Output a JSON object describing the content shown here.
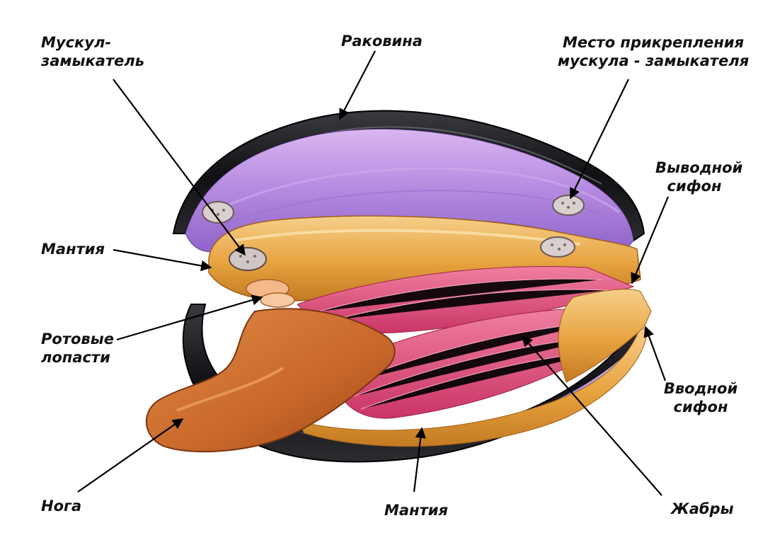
{
  "labels": {
    "adductor_muscle": [
      "Мускул-",
      "замыкатель"
    ],
    "shell": "Раковина",
    "muscle_attachment": [
      "Место прикрепления",
      "мускула - замыкателя"
    ],
    "exhalant_siphon": [
      "Выводной",
      "сифон"
    ],
    "mantle_left": "Мантия",
    "mouth_lobes": [
      "Ротовые",
      "лопасти"
    ],
    "inhalant_siphon": [
      "Вводной",
      "сифон"
    ],
    "foot": "Нога",
    "mantle_bottom": "Мантия",
    "gills": "Жабры"
  },
  "colors": {
    "shell": "#1e1e22",
    "inner_shell": "#b98be0",
    "mantle": "#e7a33f",
    "foot": "#c8672a",
    "gills": "#e0507a",
    "pointer": "#000000"
  }
}
